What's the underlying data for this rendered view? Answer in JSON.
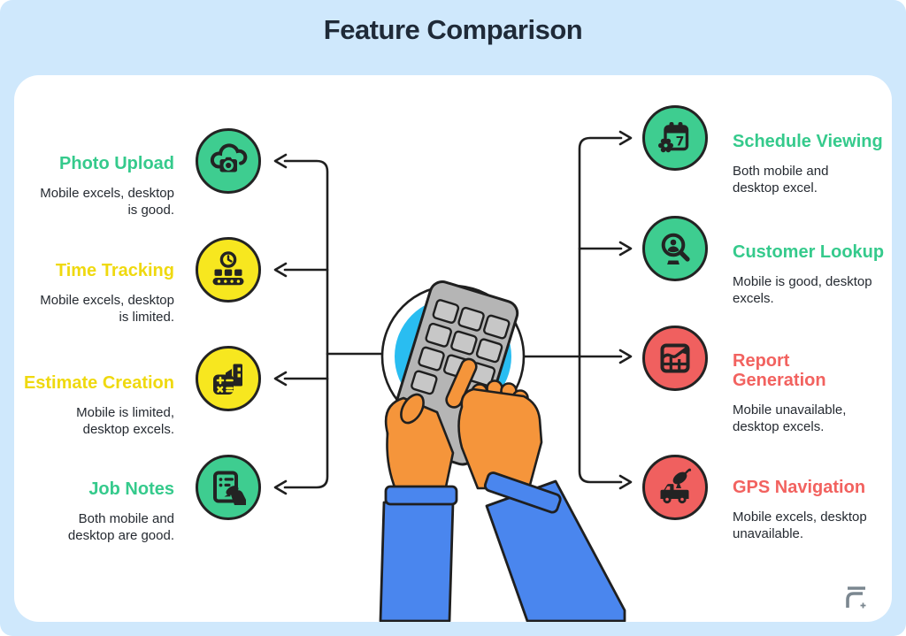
{
  "header": {
    "title": "Feature Comparison"
  },
  "theme": {
    "background": "#cfe8fc",
    "card": "#ffffff",
    "green": "#3ecd90",
    "yellow": "#f7e71f",
    "red": "#f0605f",
    "line_color": "#1f1f1f",
    "title_color": "#1f2a38",
    "body_text_color": "#252a31",
    "cyan_circle": "#29bdf1",
    "hand_orange": "#f5953b",
    "sleeve_blue": "#4a86ee",
    "phone_gray": "#b5b5b5",
    "logo_gray": "#7b8790"
  },
  "features": {
    "left": [
      {
        "name": "Photo Upload",
        "description": "Mobile excels, desktop\nis good.",
        "color": "green",
        "icon": "cloud-camera-icon"
      },
      {
        "name": "Time Tracking",
        "description": "Mobile excels, desktop\nis limited.",
        "color": "yellow",
        "icon": "time-conveyor-icon"
      },
      {
        "name": "Estimate Creation",
        "description": "Mobile is limited,\ndesktop excels.",
        "color": "yellow",
        "icon": "calculator-building-icon"
      },
      {
        "name": "Job Notes",
        "description": "Both mobile and\ndesktop are good.",
        "color": "green",
        "icon": "notes-pen-icon"
      }
    ],
    "right": [
      {
        "name": "Schedule Viewing",
        "description": "Both mobile and\ndesktop excel.",
        "color": "green",
        "icon": "calendar-gear-icon"
      },
      {
        "name": "Customer Lookup",
        "description": "Mobile is good, desktop\nexcels.",
        "color": "green",
        "icon": "customer-search-icon"
      },
      {
        "name": "Report\nGeneration",
        "description": "Mobile unavailable,\ndesktop excels.",
        "color": "red",
        "icon": "report-chart-icon"
      },
      {
        "name": "GPS Navigation",
        "description": "Mobile excels, desktop\nunavailable.",
        "color": "red",
        "icon": "gps-truck-icon"
      }
    ]
  },
  "center": {
    "illustration": "hands-using-phone"
  },
  "footer": {
    "logo": "brand-logo"
  }
}
